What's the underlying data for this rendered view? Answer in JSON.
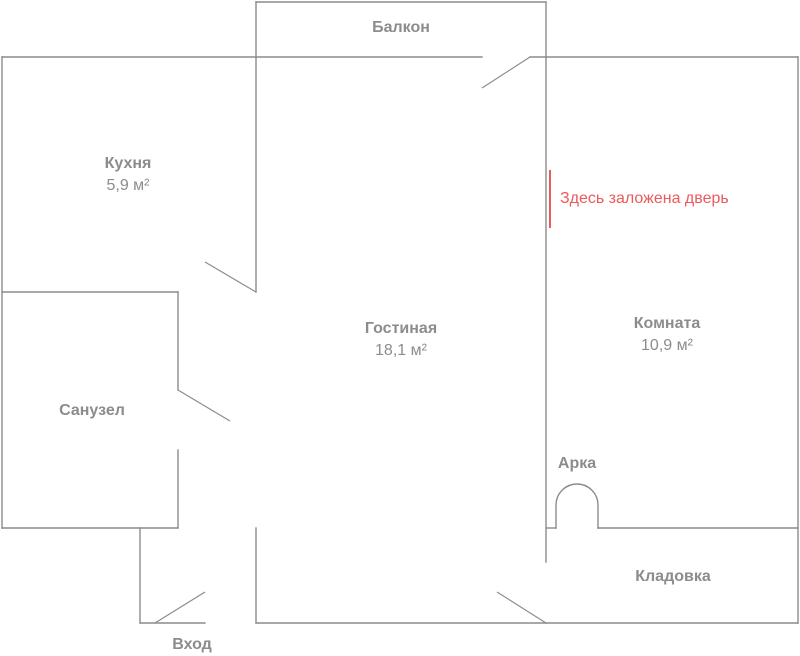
{
  "rooms": {
    "balcony": {
      "name": "Балкон"
    },
    "kitchen": {
      "name": "Кухня",
      "area": "5,9 м²"
    },
    "living": {
      "name": "Гостиная",
      "area": "18,1 м²"
    },
    "room": {
      "name": "Комната",
      "area": "10,9 м²"
    },
    "bathroom": {
      "name": "Санузел"
    },
    "arch": {
      "name": "Арка"
    },
    "pantry": {
      "name": "Кладовка"
    },
    "entrance": {
      "name": "Вход"
    }
  },
  "annotation": {
    "text": "Здесь заложена дверь",
    "color": "#ec5a5a"
  },
  "colors": {
    "wall": "#8c8c8c",
    "accent": "#ec5a5a"
  }
}
